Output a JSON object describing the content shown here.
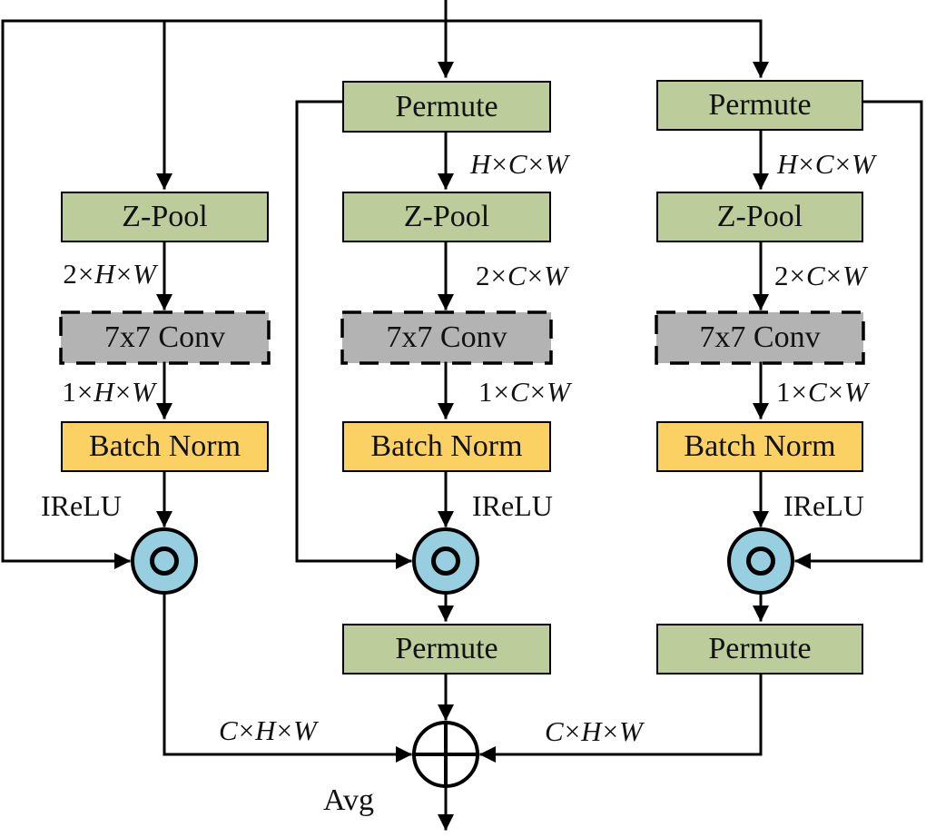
{
  "colors": {
    "background": "#ffffff",
    "box_green": "#bccd9b",
    "box_gray": "#b3b3b3",
    "box_yellow": "#fcd163",
    "circle_blue": "#97cfe0",
    "line_black": "#000000"
  },
  "branches": {
    "left": {
      "zpool": "Z-Pool",
      "conv": "7x7 Conv",
      "bn": "Batch Norm",
      "relu": "IReLU",
      "dim_after_zpool": "2×H×W",
      "dim_after_conv": "1×H×W",
      "output_dim": "C×H×W"
    },
    "middle": {
      "permute_in": "Permute",
      "dim_after_permute": "H×C×W",
      "zpool": "Z-Pool",
      "dim_after_zpool": "2×C×W",
      "conv": "7x7 Conv",
      "dim_after_conv": "1×C×W",
      "bn": "Batch Norm",
      "relu": "IReLU",
      "permute_out": "Permute"
    },
    "right": {
      "permute_in": "Permute",
      "dim_after_permute": "H×C×W",
      "zpool": "Z-Pool",
      "dim_after_zpool": "2×C×W",
      "conv": "7x7 Conv",
      "dim_after_conv": "1×C×W",
      "bn": "Batch Norm",
      "relu": "IReLU",
      "permute_out": "Permute",
      "output_dim": "C×H×W"
    }
  },
  "merge": {
    "avg_label": "Avg",
    "multiply_symbol": "⊙",
    "add_symbol": "⊕"
  }
}
